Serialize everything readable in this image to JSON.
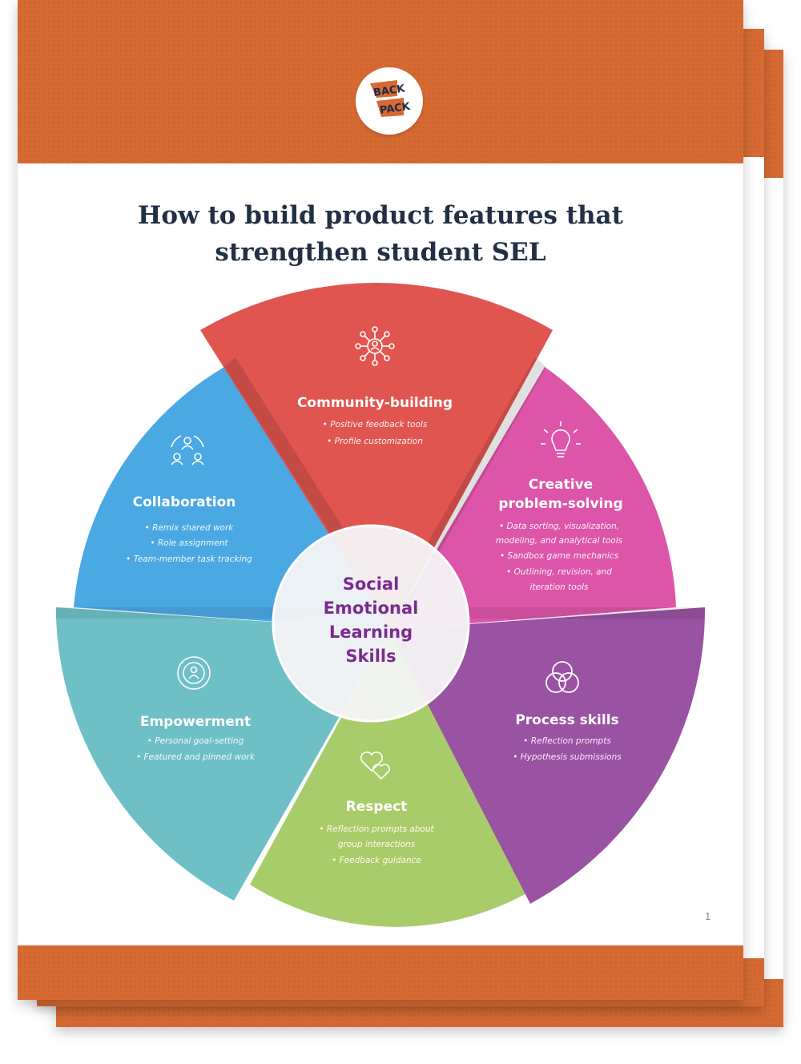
{
  "logo": {
    "line1": "BACK",
    "line2": "PACK",
    "colors": {
      "flag": "#d66a32",
      "text": "#1d2b45"
    }
  },
  "title": {
    "line1": "How to build product features that",
    "line2": "strengthen student SEL"
  },
  "center": {
    "lines": [
      "Social",
      "Emotional",
      "Learning",
      "Skills"
    ],
    "color": "#7a2b8f"
  },
  "segments": {
    "community": {
      "heading": [
        "Community-building"
      ],
      "bullets": [
        "• Positive feedback tools",
        "• Profile customization"
      ],
      "icon": "network-people-icon",
      "color": "#e05550"
    },
    "creative": {
      "heading": [
        "Creative",
        "problem-solving"
      ],
      "bullets": [
        "• Data sorting, visualization,",
        "modeling, and analytical tools",
        "• Sandbox game mechanics",
        "• Outlining, revision, and",
        "iteration tools"
      ],
      "icon": "lightbulb-icon",
      "color": "#dd55a8"
    },
    "process": {
      "heading": [
        "Process skills"
      ],
      "bullets": [
        "• Reflection prompts",
        "• Hypothesis submissions"
      ],
      "icon": "venn-circles-icon",
      "color": "#9a52a2"
    },
    "respect": {
      "heading": [
        "Respect"
      ],
      "bullets": [
        "• Reflection prompts about",
        "group interactions",
        "• Feedback guidance"
      ],
      "icon": "hearts-icon",
      "color": "#a9cc6a"
    },
    "empowerment": {
      "heading": [
        "Empowerment"
      ],
      "bullets": [
        "• Personal goal-setting",
        "• Featured and pinned work"
      ],
      "icon": "person-target-icon",
      "color": "#6ec0c6"
    },
    "collaboration": {
      "heading": [
        "Collaboration"
      ],
      "bullets": [
        "• Remix shared work",
        "• Role assignment",
        "• Team-member task tracking"
      ],
      "icon": "team-circle-icon",
      "color": "#4aa8e3"
    }
  },
  "page_number": "1",
  "colors": {
    "band": "#d66a32",
    "title": "#223045"
  }
}
